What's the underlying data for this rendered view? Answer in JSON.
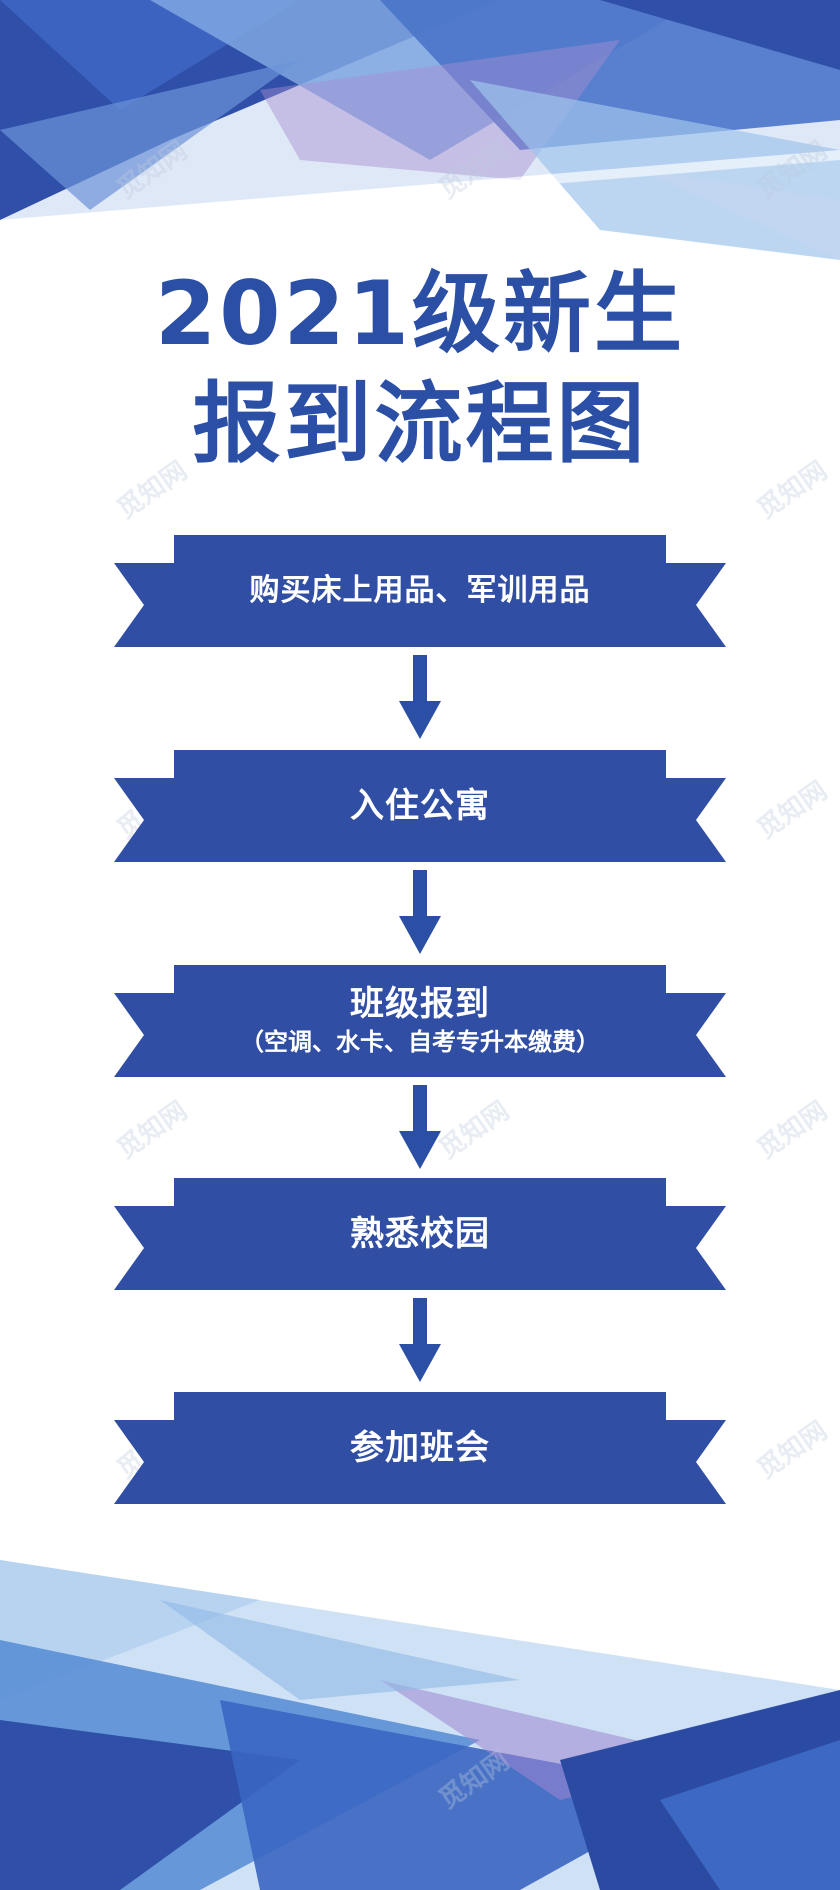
{
  "colors": {
    "primary": "#2c4fa6",
    "ribbon": "#304ea3",
    "ribbon_fold": "#22397e",
    "text_on_ribbon": "#ffffff"
  },
  "title": {
    "line1": "2021级新生",
    "line2": "报到流程图"
  },
  "steps": [
    {
      "label": "购买床上用品、军训用品"
    },
    {
      "label": "入住公寓"
    },
    {
      "label": "班级报到",
      "sub": "（空调、水卡、自考专升本缴费）"
    },
    {
      "label": "熟悉校园"
    },
    {
      "label": "参加班会"
    }
  ],
  "watermark": {
    "text": "觅知网"
  },
  "icons": {
    "step_connector": "down-arrow-icon"
  }
}
